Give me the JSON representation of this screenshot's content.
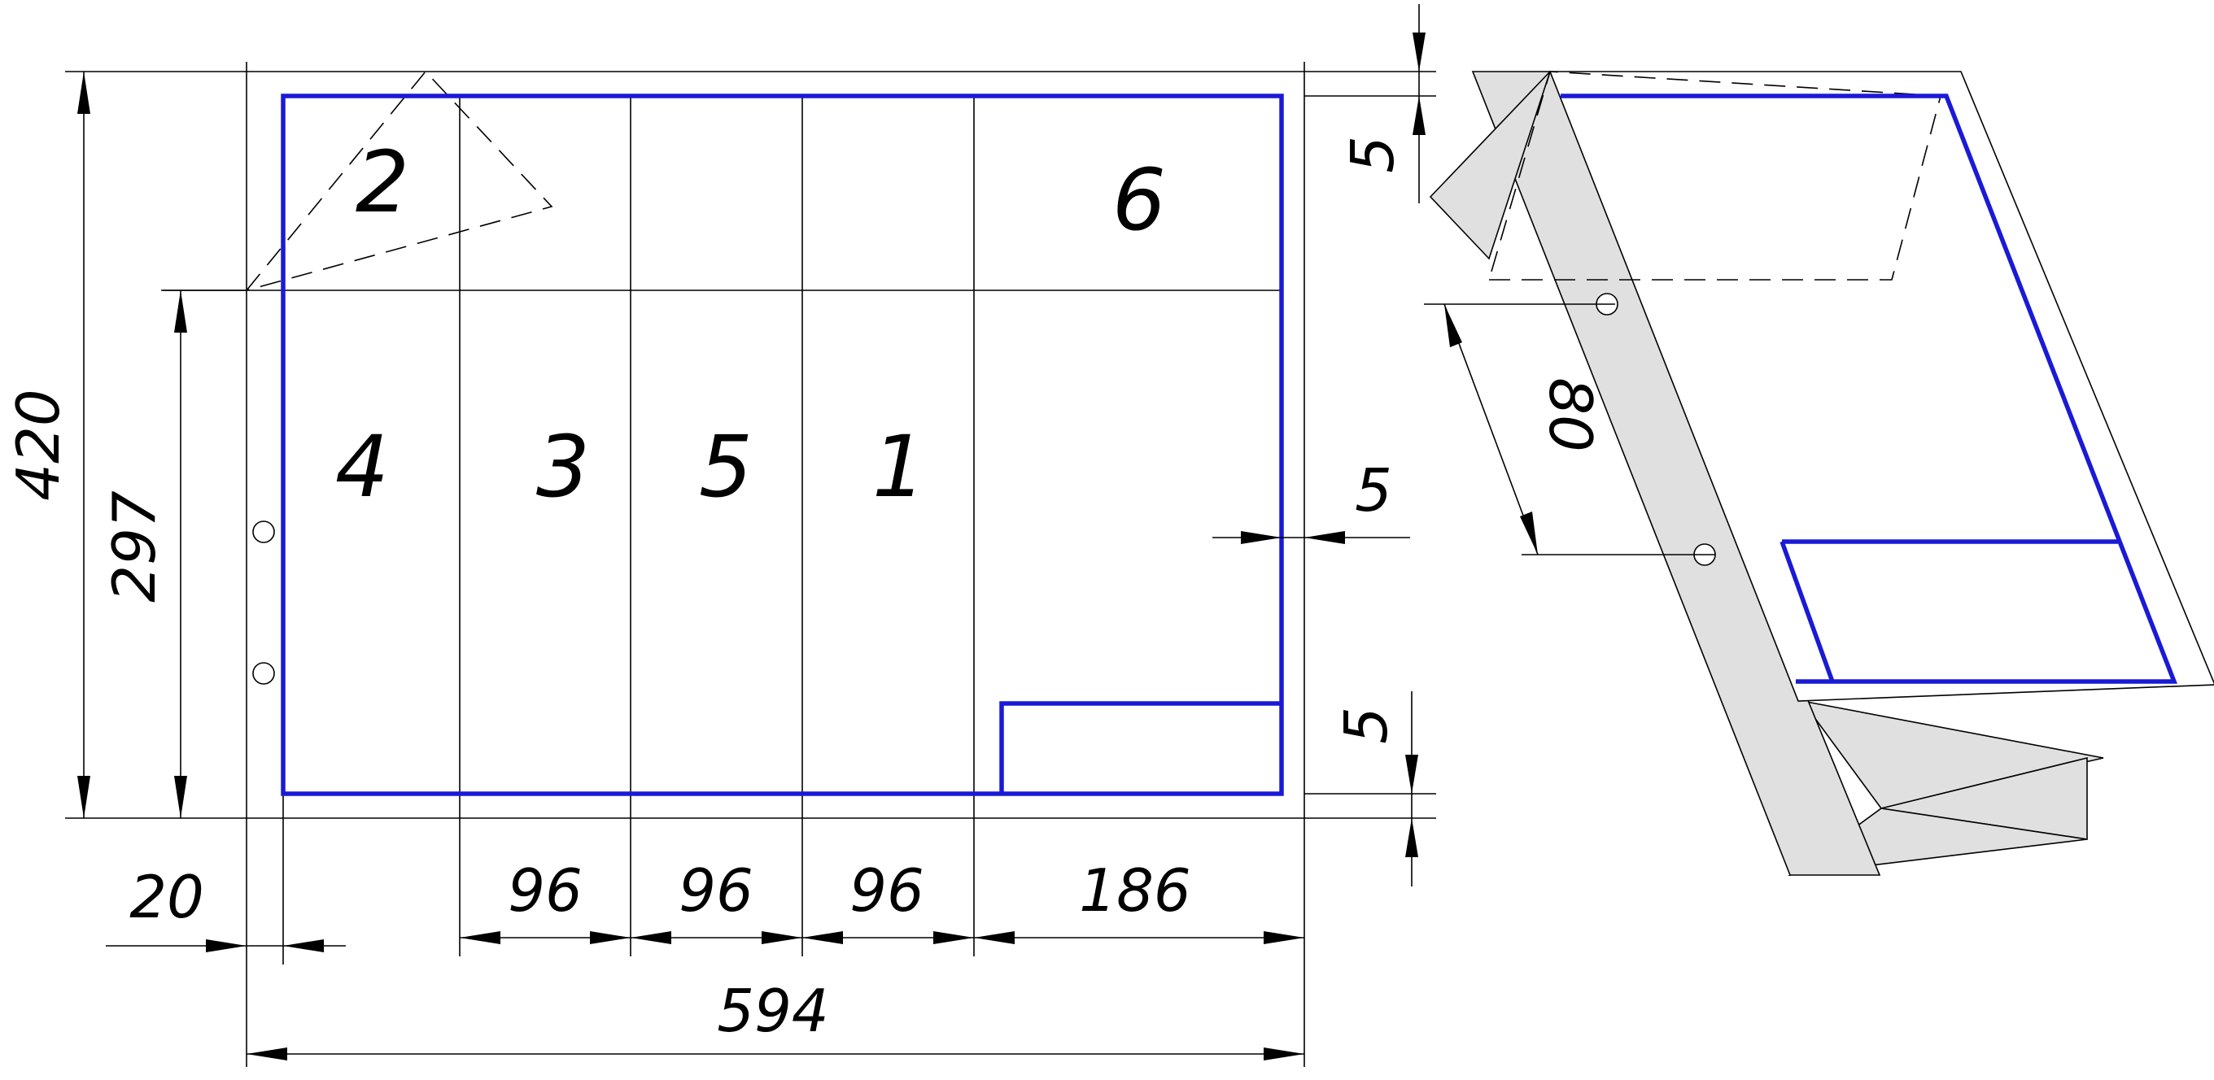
{
  "colors": {
    "frame": "#1a1ad6",
    "line": "#000000",
    "paper_shade": "#e0e0e0",
    "background": "#ffffff"
  },
  "dimensions": {
    "sheet_height": "420",
    "fold_height": "297",
    "top_margin": "5",
    "right_margin": "5",
    "bottom_margin": "5",
    "left_margin": "20",
    "col_1": "96",
    "col_2": "96",
    "col_3": "96",
    "col_4": "186",
    "sheet_width": "594",
    "hole_distance": "80"
  },
  "fold_order": {
    "panel_a": "4",
    "panel_b": "3",
    "panel_c": "5",
    "panel_d": "1",
    "panel_top_right": "6",
    "corner_fold": "2"
  }
}
